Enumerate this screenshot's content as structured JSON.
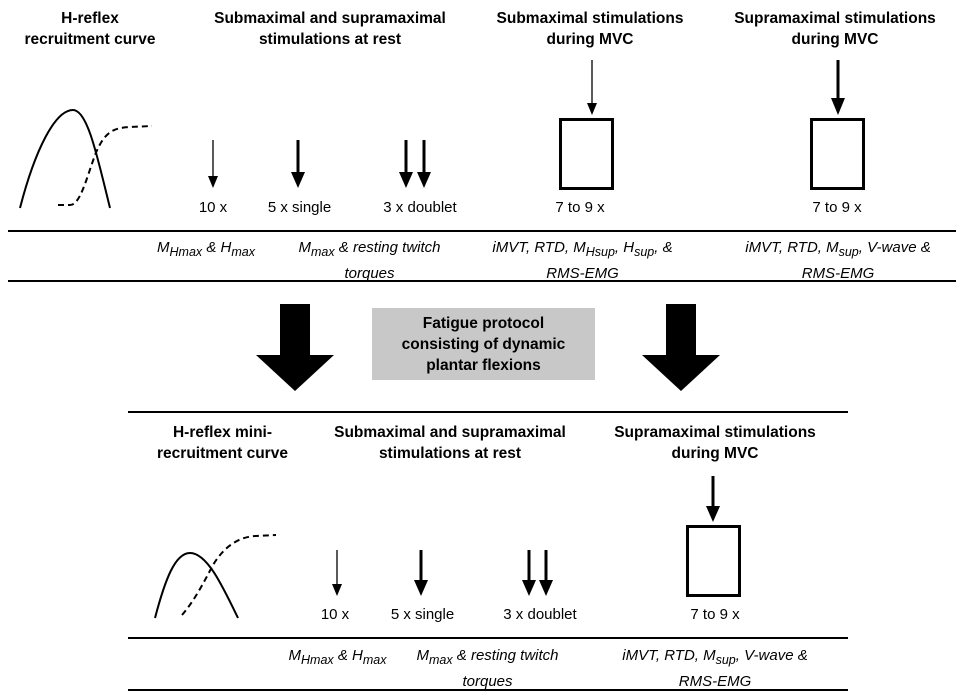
{
  "top": {
    "headers": {
      "recruitment": "H-reflex\nrecruitment curve",
      "rest": "Submaximal and supramaximal\nstimulations at rest",
      "submax_mvc": "Submaximal stimulations\nduring MVC",
      "supramax_mvc": "Supramaximal stimulations\nduring MVC"
    },
    "labels": {
      "ten": "10 x",
      "single": "5 x single",
      "doublet": "3 x doublet",
      "submax_reps": "7 to 9 x",
      "supramax_reps": "7 to 9 x"
    },
    "outcomes": {
      "m_sym": "M",
      "m_sub": "Hmax",
      "amp": " & ",
      "h_sym": "H",
      "h_sub": "max",
      "mmax_sym": "M",
      "mmax_sub": "max",
      "mmax_rest": " & resting twitch torques",
      "submax_a": "iMVT, RTD, M",
      "submax_sub1": "Hsup",
      "submax_b": ", H",
      "submax_sub2": "sup",
      "submax_c": ", & RMS-EMG",
      "supra_a": "iMVT, RTD, M",
      "supra_sub": "sup",
      "supra_b": ", V-wave & RMS-EMG"
    }
  },
  "fatigue": {
    "label": "Fatigue protocol\nconsisting of dynamic\nplantar flexions",
    "fill_color": "#c8c8c8"
  },
  "bottom": {
    "headers": {
      "recruitment": "H-reflex mini-\nrecruitment curve",
      "rest": "Submaximal and supramaximal\nstimulations at rest",
      "supramax_mvc": "Supramaximal stimulations\nduring MVC"
    },
    "labels": {
      "ten": "10 x",
      "single": "5 x single",
      "doublet": "3 x doublet",
      "supramax_reps": "7 to 9 x"
    },
    "outcomes": {
      "m_sym": "M",
      "m_sub": "Hmax",
      "amp": " & ",
      "h_sym": "H",
      "h_sub": "max",
      "mmax_sym": "M",
      "mmax_sub": "max",
      "mmax_rest": " & resting twitch torques",
      "supra_a": "iMVT, RTD, M",
      "supra_sub": "sup",
      "supra_b": ", V-wave & RMS-EMG"
    }
  }
}
